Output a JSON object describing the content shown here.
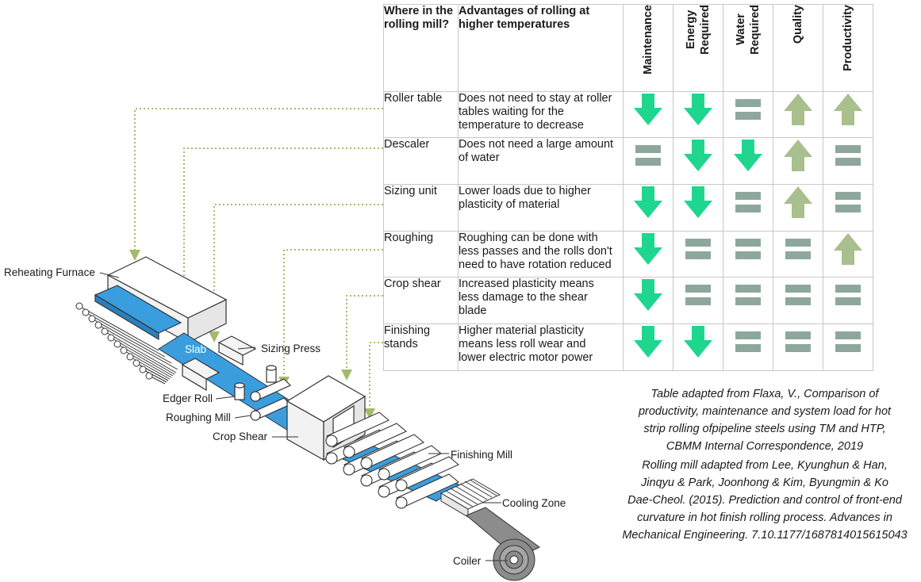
{
  "table": {
    "headers": {
      "location": "Where in the rolling mill?",
      "advantage": "Advantages of rolling at higher temperatures",
      "metrics": [
        "Maintenance",
        "Energy\nRequired",
        "Water\nRequired",
        "Quality",
        "Productivity"
      ]
    },
    "rows": [
      {
        "location": "Roller table",
        "advantage": "Does not need to stay at roller\ntables waiting for the\ntemperature to decrease",
        "indicators": [
          "down",
          "down",
          "equal",
          "up",
          "up"
        ]
      },
      {
        "location": "Descaler",
        "advantage": "Does not need a large amount\nof water",
        "indicators": [
          "equal",
          "down",
          "down",
          "up",
          "equal"
        ]
      },
      {
        "location": "Sizing unit",
        "advantage": "Lower loads due to higher\nplasticity of material",
        "indicators": [
          "down",
          "down",
          "equal",
          "up",
          "equal"
        ]
      },
      {
        "location": "Roughing",
        "advantage": "Roughing can be done with\nless passes and the rolls don't\nneed to have rotation reduced",
        "indicators": [
          "down",
          "equal",
          "equal",
          "equal",
          "up"
        ]
      },
      {
        "location": "Crop shear",
        "advantage": "Increased plasticity means\nless damage to the shear\nblade",
        "indicators": [
          "down",
          "equal",
          "equal",
          "equal",
          "equal"
        ]
      },
      {
        "location": "Finishing\nstands",
        "advantage": "Higher material plasticity\nmeans less roll wear and\nlower electric motor power",
        "indicators": [
          "down",
          "down",
          "equal",
          "equal",
          "equal"
        ]
      }
    ]
  },
  "indicator_colors": {
    "down": "#1fd68e",
    "equal": "#8ea79c",
    "up": "#a9bf8e"
  },
  "icons": {
    "down": "arrow-down-icon",
    "equal": "equal-icon",
    "up": "arrow-up-icon"
  },
  "diagram": {
    "colors": {
      "slab": "#3a9ede",
      "connector": "#a3bb6a",
      "stroke": "#333333"
    },
    "labels": {
      "reheating_furnace": "Reheating Furnace",
      "slab": "Slab",
      "sizing_press": "Sizing Press",
      "edger_roll": "Edger Roll",
      "roughing_mill": "Roughing Mill",
      "crop_shear": "Crop Shear",
      "finishing_mill": "Finishing Mill",
      "cooling_zone": "Cooling Zone",
      "coiler": "Coiler"
    }
  },
  "captions": {
    "table_source": "Table adapted from Flaxa, V., Comparison of\nproductivity, maintenance and system load for hot\nstrip rolling ofpipeline steels using TM and HTP,\nCBMM Internal Correspondence, 2019",
    "mill_source": "Rolling mill adapted from Lee, Kyunghun & Han,\nJinqyu & Park, Joonhong & Kim, Byungmin & Ko\nDae-Cheol. (2015). Prediction and control of front-end\ncurvature in hot finish rolling process. Advances in\nMechanical Engineering. 7.10.1177/1687814015615043"
  }
}
